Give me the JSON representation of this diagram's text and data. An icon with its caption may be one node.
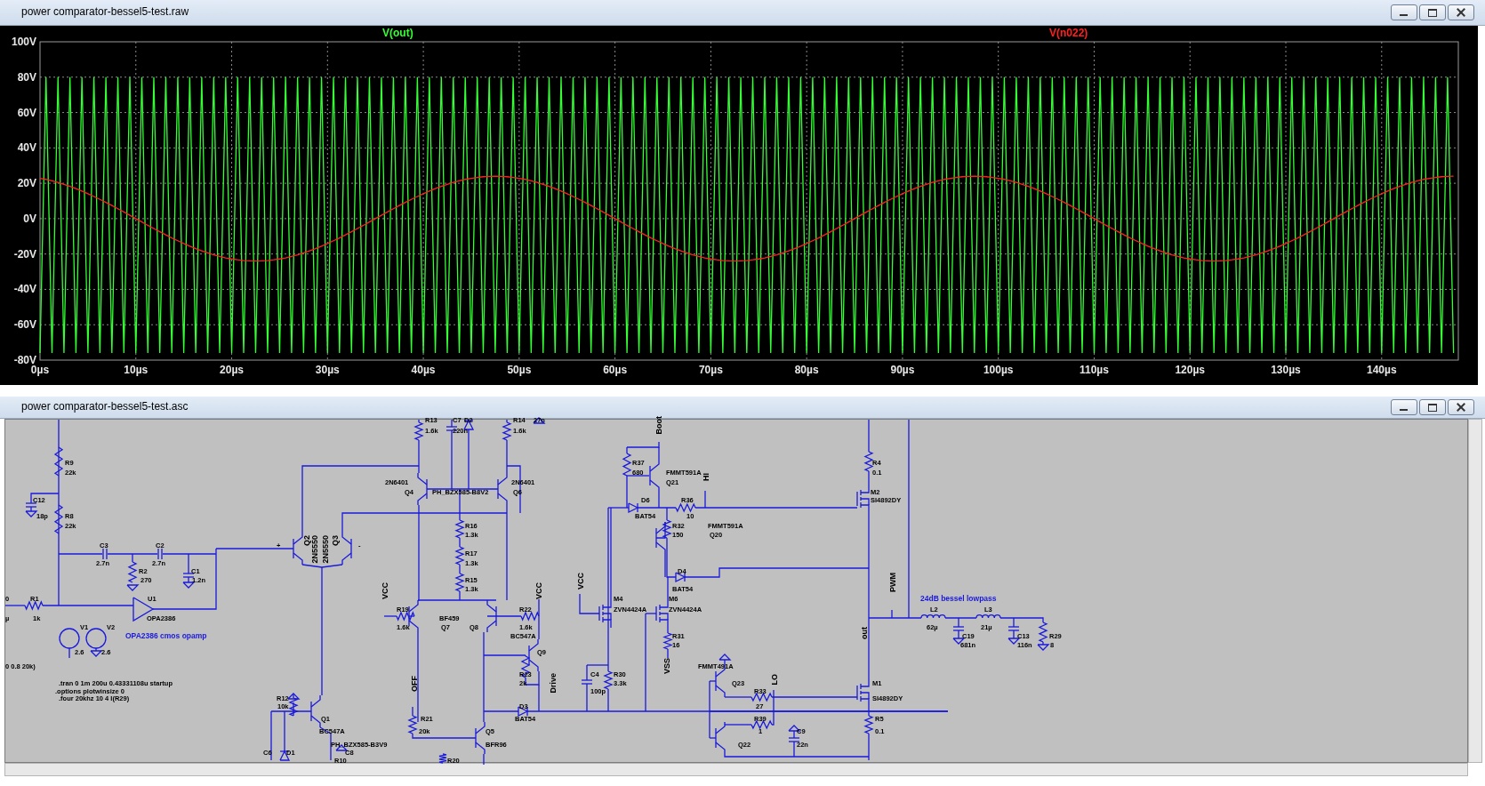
{
  "diagram": {
    "labels": [
      "power comparator-bessel5-test.raw",
      "power comparator-bessel5-test.asc",
      "R13",
      "C7",
      "D2",
      "R14",
      "27n",
      "Boot",
      "1.6k",
      "220n",
      "1.6k",
      "R9",
      "R37",
      "R4",
      "22k",
      "680",
      "FMMT591A",
      "0.1",
      "2N6401",
      "2N6401",
      "Q21",
      "HI",
      "Q4",
      "PH_BZX585-B8V2",
      "Q6",
      "M2",
      "C12",
      "D6",
      "R36",
      "SI4892DY",
      "18p",
      "R8",
      "BAT54",
      "10",
      "22k",
      "R16",
      "R32",
      "FMMT591A",
      "1.3k",
      "150",
      "Q20",
      "C3",
      "C2",
      "+",
      "Q2",
      "2N5550",
      "2N5550",
      "Q3",
      "-",
      "R17",
      "2.7n",
      "2.7n",
      "1.3k",
      "R2",
      "C1",
      "D4",
      "270",
      "1.2n",
      "R15",
      "VCC",
      "PWM",
      "VCC",
      "1.3k",
      "VCC",
      "BAT54",
      "0",
      "R1",
      "U1",
      "M4",
      "M6",
      "24dB bessel lowpass",
      "R19",
      "R22",
      "ZVN4424A",
      "ZVN4424A",
      "L2",
      "L3",
      "µ",
      "1k",
      "OPA2386",
      "BF459",
      "V1",
      "V2",
      "1.6k",
      "Q7",
      "Q8",
      "1.6k",
      "62µ",
      "21µ",
      "OPA2386 cmos opamp",
      "BC547A",
      "R31",
      "out",
      "C19",
      "C13",
      "R29",
      "16",
      "681n",
      "116n",
      "8",
      "2.6",
      "2.6",
      "Q9",
      "0 0.8 20k)",
      "VSS",
      "FMMT491A",
      "R23",
      "C4",
      "R30",
      ".tran 0 1m 200u 0.43331108u startup",
      "OFF",
      "2k",
      "Drive",
      "3.3k",
      "Q23",
      "LO",
      "M1",
      ".options plotwinsize 0",
      "100p",
      "R33",
      ".four 20khz 10 4 I(R29)",
      "R12",
      "SI4892DY",
      "10k",
      "D3",
      "27",
      "Q1",
      "R21",
      "BAT54",
      "R39",
      "R5",
      "BC547A",
      "20k",
      "Q5",
      "1",
      "C9",
      "0.1",
      "PH_BZX585-B3V9",
      "BFR96",
      "Q22",
      "22n",
      "C6",
      "D1",
      "C8",
      "R10",
      "R20"
    ],
    "chart_data": {
      "type": "line",
      "grid": true,
      "x": [
        0,
        0.625,
        1.25,
        1.875,
        2.5,
        3.125,
        3.75,
        4.375,
        5,
        5.625,
        6.25,
        6.875,
        7.5,
        8.125,
        8.75,
        9.375,
        10,
        10.625,
        11.25,
        11.875,
        12.5,
        13.125,
        13.75,
        14.375,
        15,
        15.625,
        16.25,
        16.875,
        17.5,
        18.125,
        18.75,
        19.375,
        20,
        20.625,
        21.25,
        21.875,
        22.5,
        23.125,
        23.75,
        24.375,
        25,
        25.625,
        26.25,
        26.875,
        27.5,
        28.125,
        28.75,
        29.375,
        30,
        30.625,
        31.25,
        31.875,
        32.5,
        33.125,
        33.75,
        34.375,
        35,
        35.625,
        36.25,
        36.875,
        37.5,
        38.125,
        38.75,
        39.375,
        40,
        40.625,
        41.25,
        41.875,
        42.5,
        43.125,
        43.75,
        44.375,
        45,
        45.625,
        46.25,
        46.875,
        47.5,
        48.125,
        48.75,
        49.375,
        50,
        50.625,
        51.25,
        51.875,
        52.5,
        53.125,
        53.75,
        54.375,
        55,
        55.625,
        56.25,
        56.875,
        57.5,
        58.125,
        58.75,
        59.375,
        60,
        60.625,
        61.25,
        61.875,
        62.5,
        63.125,
        63.75,
        64.375,
        65,
        65.625,
        66.25,
        66.875,
        67.5,
        68.125,
        68.75,
        69.375,
        70,
        70.625,
        71.25,
        71.875,
        72.5,
        73.125,
        73.75,
        74.375,
        75,
        75.625,
        76.25,
        76.875,
        77.5,
        78.125,
        78.75,
        79.375,
        80,
        80.625,
        81.25,
        81.875,
        82.5,
        83.125,
        83.75,
        84.375,
        85,
        85.625,
        86.25,
        86.875,
        87.5,
        88.125,
        88.75,
        89.375,
        90,
        90.625,
        91.25,
        91.875,
        92.5,
        93.125,
        93.75,
        94.375,
        95,
        95.625,
        96.25,
        96.875,
        97.5,
        98.125,
        98.75,
        99.375,
        100,
        100.625,
        101.25,
        101.875,
        102.5,
        103.125,
        103.75,
        104.375,
        105,
        105.625,
        106.25,
        106.875,
        107.5,
        108.125,
        108.75,
        109.375,
        110,
        110.625,
        111.25,
        111.875,
        112.5,
        113.125,
        113.75,
        114.375,
        115,
        115.625,
        116.25,
        116.875,
        117.5,
        118.125,
        118.75,
        119.375,
        120,
        120.625,
        121.25,
        121.875,
        122.5,
        123.125,
        123.75,
        124.375,
        125,
        125.625,
        126.25,
        126.875,
        127.5,
        128.125,
        128.75,
        129.375,
        130,
        130.625,
        131.25,
        131.875,
        132.5,
        133.125,
        133.75,
        134.375,
        135,
        135.625,
        136.25,
        136.875,
        137.5,
        138.125,
        138.75,
        139.375,
        140,
        140.625,
        141.25,
        141.875,
        142.5,
        143.125,
        143.75,
        144.375,
        145,
        145.625,
        146.25,
        146.875,
        147.5
      ],
      "series": [
        {
          "name": "V(out)",
          "color": "#33ff33",
          "values": [
            -76,
            80,
            -76,
            80,
            -76,
            80,
            -76,
            80,
            -76,
            80,
            -76,
            80,
            -76,
            80,
            -76,
            80,
            -76,
            80,
            -76,
            80,
            -76,
            80,
            -76,
            80,
            -76,
            80,
            -76,
            80,
            -76,
            80,
            -76,
            80,
            -76,
            80,
            -76,
            80,
            -76,
            80,
            -76,
            80,
            -76,
            80,
            -76,
            80,
            -76,
            80,
            -76,
            80,
            -76,
            80,
            -76,
            80,
            -76,
            80,
            -76,
            80,
            -76,
            80,
            -76,
            80,
            -76,
            80,
            -76,
            80,
            -76,
            80,
            -76,
            80,
            -76,
            80,
            -76,
            80,
            -76,
            80,
            -76,
            80,
            -76,
            80,
            -76,
            80,
            -76,
            80,
            -76,
            80,
            -76,
            80,
            -76,
            80,
            -76,
            80,
            -76,
            80,
            -76,
            80,
            -76,
            80,
            -76,
            80,
            -76,
            80,
            -76,
            80,
            -76,
            80,
            -76,
            80,
            -76,
            80,
            -76,
            80,
            -76,
            80,
            -76,
            80,
            -76,
            80,
            -76,
            80,
            -76,
            80,
            -76,
            80,
            -76,
            80,
            -76,
            80,
            -76,
            80,
            -76,
            80,
            -76,
            80,
            -76,
            80,
            -76,
            80,
            -76,
            80,
            -76,
            80,
            -76,
            80,
            -76,
            80,
            -76,
            80,
            -76,
            80,
            -76,
            80,
            -76,
            80,
            -76,
            80,
            -76,
            80,
            -76,
            80,
            -76,
            80,
            -76,
            80,
            -76,
            80,
            -76,
            80,
            -76,
            80,
            -76,
            80,
            -76,
            80,
            -76,
            80,
            -76,
            80,
            -76,
            80,
            -76,
            80,
            -76,
            80,
            -76,
            80,
            -76,
            80,
            -76,
            80,
            -76,
            80,
            -76,
            80,
            -76,
            80,
            -76,
            80,
            -76,
            80,
            -76,
            80,
            -76,
            80,
            -76,
            80,
            -76,
            80,
            -76,
            80,
            -76,
            80,
            -76,
            80,
            -76,
            80,
            -76,
            80,
            -76,
            80,
            -76,
            80,
            -76,
            80,
            -76,
            80,
            -76,
            80,
            -76,
            80,
            -76,
            80,
            -76,
            80,
            -76,
            80,
            -76,
            80,
            -76
          ]
        },
        {
          "name": "V(n022)",
          "color": "#ff2020",
          "values": [
            22.8,
            22.2,
            21.4,
            20.5,
            19.4,
            18.2,
            17.0,
            15.6,
            14.1,
            12.5,
            10.9,
            9.2,
            7.4,
            5.6,
            3.8,
            1.9,
            0,
            -1.9,
            -3.8,
            -5.6,
            -7.4,
            -9.2,
            -10.9,
            -12.5,
            -14.1,
            -15.6,
            -17.0,
            -18.2,
            -19.4,
            -20.5,
            -21.4,
            -22.2,
            -22.8,
            -23.3,
            -23.7,
            -23.9,
            -24,
            -23.9,
            -23.7,
            -23.3,
            -22.8,
            -22.2,
            -21.4,
            -20.5,
            -19.4,
            -18.2,
            -17.0,
            -15.6,
            -14.1,
            -12.5,
            -10.9,
            -9.2,
            -7.4,
            -5.6,
            -3.8,
            -1.9,
            0,
            1.9,
            3.8,
            5.6,
            7.4,
            9.2,
            10.9,
            12.5,
            14.1,
            15.6,
            17.0,
            18.2,
            19.4,
            20.5,
            21.4,
            22.2,
            22.8,
            23.3,
            23.7,
            23.9,
            24,
            23.9,
            23.7,
            23.3,
            22.8,
            22.2,
            21.4,
            20.5,
            19.4,
            18.2,
            17.0,
            15.6,
            14.1,
            12.5,
            10.9,
            9.2,
            7.4,
            5.6,
            3.8,
            1.9,
            0,
            -1.9,
            -3.8,
            -5.6,
            -7.4,
            -9.2,
            -10.9,
            -12.5,
            -14.1,
            -15.6,
            -17.0,
            -18.2,
            -19.4,
            -20.5,
            -21.4,
            -22.2,
            -22.8,
            -23.3,
            -23.7,
            -23.9,
            -24,
            -23.9,
            -23.7,
            -23.3,
            -22.8,
            -22.2,
            -21.4,
            -20.5,
            -19.4,
            -18.2,
            -17.0,
            -15.6,
            -14.1,
            -12.5,
            -10.9,
            -9.2,
            -7.4,
            -5.6,
            -3.8,
            -1.9,
            0,
            1.9,
            3.8,
            5.6,
            7.4,
            9.2,
            10.9,
            12.5,
            14.1,
            15.6,
            17.0,
            18.2,
            19.4,
            20.5,
            21.4,
            22.2,
            22.8,
            23.3,
            23.7,
            23.9,
            24,
            23.9,
            23.7,
            23.3,
            22.8,
            22.2,
            21.4,
            20.5,
            19.4,
            18.2,
            17.0,
            15.6,
            14.1,
            12.5,
            10.9,
            9.2,
            7.4,
            5.6,
            3.8,
            1.9,
            0,
            -1.9,
            -3.8,
            -5.6,
            -7.4,
            -9.2,
            -10.9,
            -12.5,
            -14.1,
            -15.6,
            -17.0,
            -18.2,
            -19.4,
            -20.5,
            -21.4,
            -22.2,
            -22.8,
            -23.3,
            -23.7,
            -23.9,
            -24,
            -23.9,
            -23.7,
            -23.3,
            -22.8,
            -22.2,
            -21.4,
            -20.5,
            -19.4,
            -18.2,
            -17.0,
            -15.6,
            -14.1,
            -12.5,
            -10.9,
            -9.2,
            -7.4,
            -5.6,
            -3.8,
            -1.9,
            0,
            1.9,
            3.8,
            5.6,
            7.4,
            9.2,
            10.9,
            12.5,
            14.1,
            15.6,
            17.0,
            18.2,
            19.4,
            20.5,
            21.4,
            22.2,
            22.8,
            23.3,
            23.7,
            23.9,
            24
          ]
        }
      ],
      "xlim": [
        0,
        148
      ],
      "ylim": [
        -80,
        100
      ],
      "xticks": [
        {
          "value": 0,
          "label": "0µs"
        },
        {
          "value": 10,
          "label": "10µs"
        },
        {
          "value": 20,
          "label": "20µs"
        },
        {
          "value": 30,
          "label": "30µs"
        },
        {
          "value": 40,
          "label": "40µs"
        },
        {
          "value": 50,
          "label": "50µs"
        },
        {
          "value": 60,
          "label": "60µs"
        },
        {
          "value": 70,
          "label": "70µs"
        },
        {
          "value": 80,
          "label": "80µs"
        },
        {
          "value": 90,
          "label": "90µs"
        },
        {
          "value": 100,
          "label": "100µs"
        },
        {
          "value": 110,
          "label": "110µs"
        },
        {
          "value": 120,
          "label": "120µs"
        },
        {
          "value": 130,
          "label": "130µs"
        },
        {
          "value": 140,
          "label": "140µs"
        }
      ],
      "yticks": [
        {
          "value": 100,
          "label": "100V"
        },
        {
          "value": 80,
          "label": "80V"
        },
        {
          "value": 60,
          "label": "60V"
        },
        {
          "value": 40,
          "label": "40V"
        },
        {
          "value": 20,
          "label": "20V"
        },
        {
          "value": 0,
          "label": "0V"
        },
        {
          "value": -20,
          "label": "-20V"
        },
        {
          "value": -40,
          "label": "-40V"
        },
        {
          "value": -60,
          "label": "-60V"
        },
        {
          "value": -80,
          "label": "-80V"
        }
      ]
    }
  }
}
